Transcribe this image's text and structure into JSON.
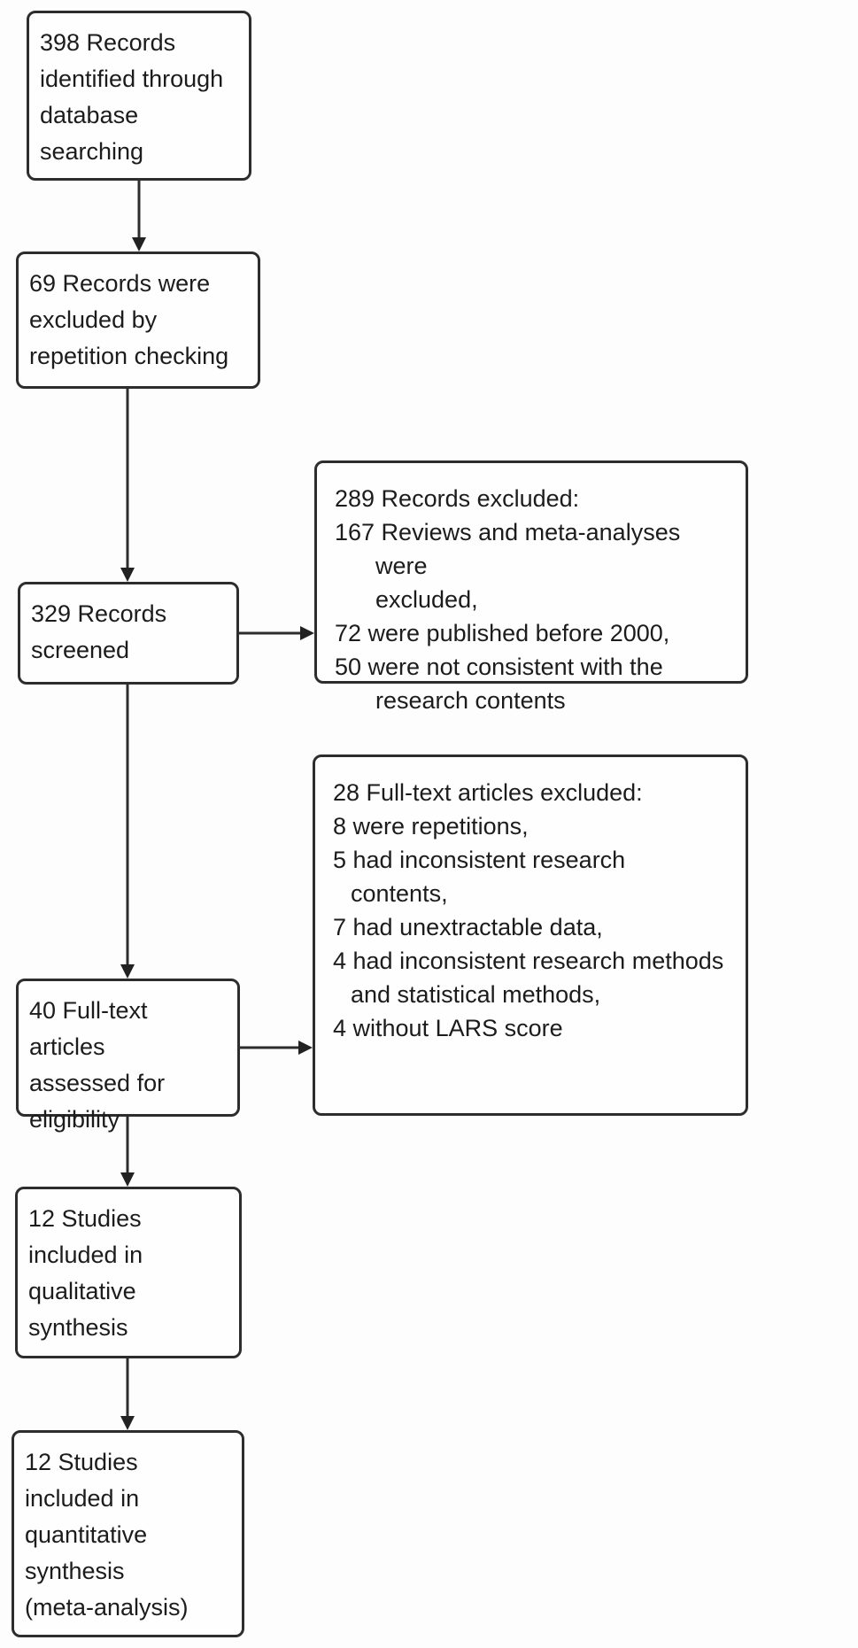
{
  "diagram_title": "Study selection flow diagram",
  "colors": {
    "line": "#2d2d2d",
    "text": "#1c1c1c",
    "background": "#fdfdfd"
  },
  "left_boxes": [
    {
      "text": "398 Records\nidentified through\ndatabase\nsearching"
    },
    {
      "text": "69 Records were\nexcluded by\nrepetition checking"
    },
    {
      "text": "329 Records\nscreened"
    },
    {
      "text": "40 Full-text articles\nassessed for\neligibility"
    },
    {
      "text": "12 Studies\nincluded in\nqualitative\nsynthesis"
    },
    {
      "text": "12 Studies\nincluded in\nquantitative\nsynthesis\n(meta-analysis)"
    }
  ],
  "right_boxes": [
    {
      "title": "289 Records excluded:",
      "items": [
        "167 Reviews and meta-analyses were\nexcluded,",
        "72 were published before 2000,",
        "50 were not consistent with the\nresearch contents"
      ]
    },
    {
      "title": "28 Full-text articles excluded:",
      "items": [
        "8 were repetitions,",
        "5 had inconsistent research contents,",
        "7 had unextractable data,",
        "4 had inconsistent research methods\nand statistical methods,",
        "4 without LARS score"
      ]
    }
  ]
}
